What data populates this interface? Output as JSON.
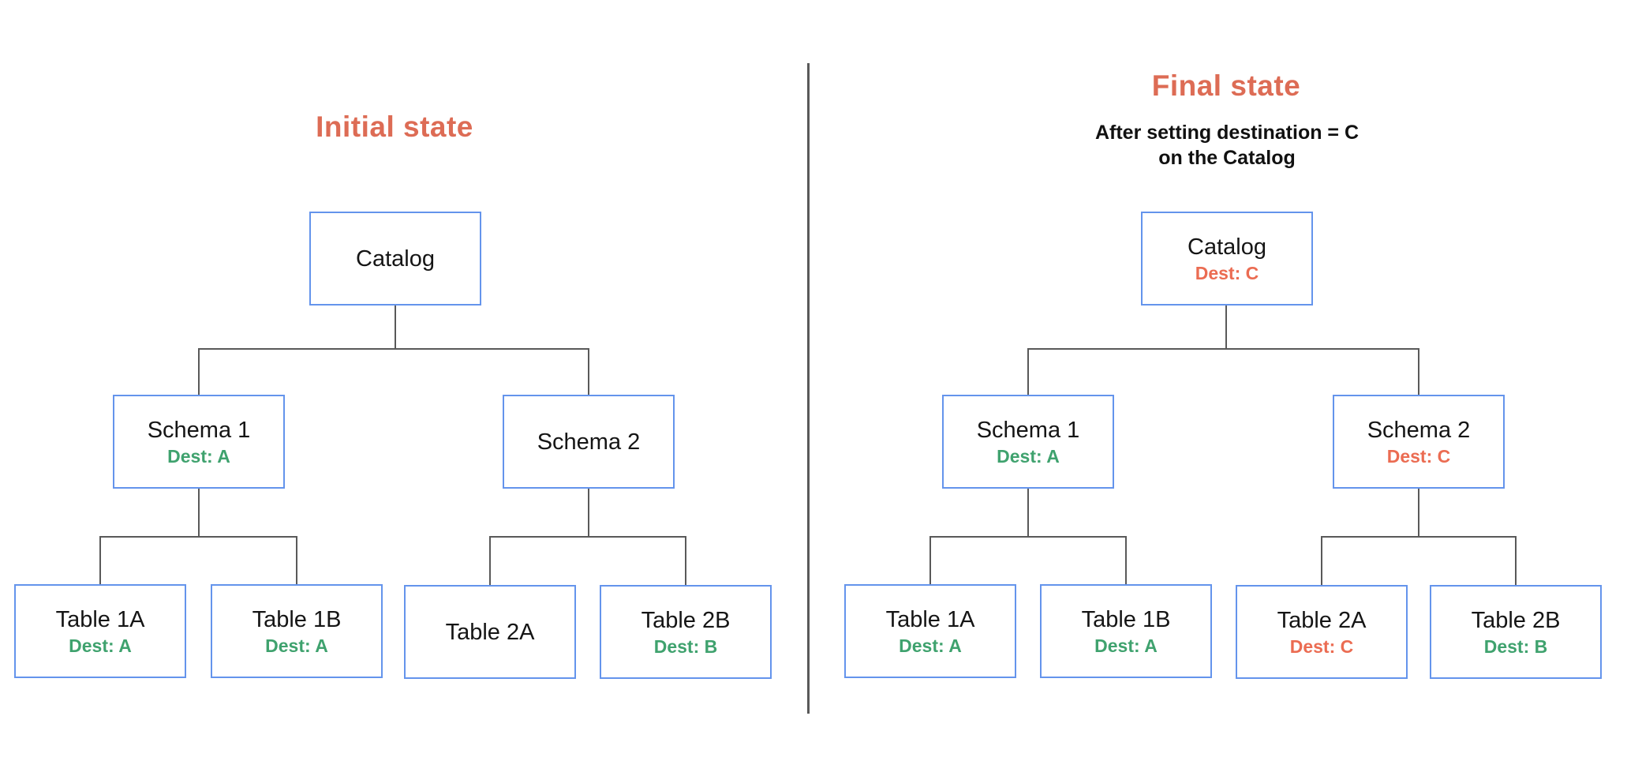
{
  "diagram": {
    "divider_color": "#595959",
    "line_color": "#595959",
    "box_border_color": "#6494EC",
    "title_color": "#DD6C55",
    "dest_colors": {
      "green": "#3FA26E",
      "red": "#EB6C52"
    }
  },
  "initial": {
    "title": "Initial state",
    "nodes": {
      "catalog": {
        "label": "Catalog",
        "dest": "",
        "dest_color": ""
      },
      "schema1": {
        "label": "Schema 1",
        "dest": "Dest: A",
        "dest_color": "green"
      },
      "schema2": {
        "label": "Schema 2",
        "dest": "",
        "dest_color": ""
      },
      "table1a": {
        "label": "Table 1A",
        "dest": "Dest: A",
        "dest_color": "green"
      },
      "table1b": {
        "label": "Table 1B",
        "dest": "Dest: A",
        "dest_color": "green"
      },
      "table2a": {
        "label": "Table 2A",
        "dest": "",
        "dest_color": ""
      },
      "table2b": {
        "label": "Table 2B",
        "dest": "Dest: B",
        "dest_color": "green"
      }
    }
  },
  "final": {
    "title": "Final state",
    "subtitle_line1": "After setting destination = C",
    "subtitle_line2": "on the Catalog",
    "nodes": {
      "catalog": {
        "label": "Catalog",
        "dest": "Dest: C",
        "dest_color": "red"
      },
      "schema1": {
        "label": "Schema 1",
        "dest": "Dest: A",
        "dest_color": "green"
      },
      "schema2": {
        "label": "Schema 2",
        "dest": "Dest: C",
        "dest_color": "red"
      },
      "table1a": {
        "label": "Table 1A",
        "dest": "Dest: A",
        "dest_color": "green"
      },
      "table1b": {
        "label": "Table 1B",
        "dest": "Dest: A",
        "dest_color": "green"
      },
      "table2a": {
        "label": "Table 2A",
        "dest": "Dest: C",
        "dest_color": "red"
      },
      "table2b": {
        "label": "Table 2B",
        "dest": "Dest: B",
        "dest_color": "green"
      }
    }
  }
}
